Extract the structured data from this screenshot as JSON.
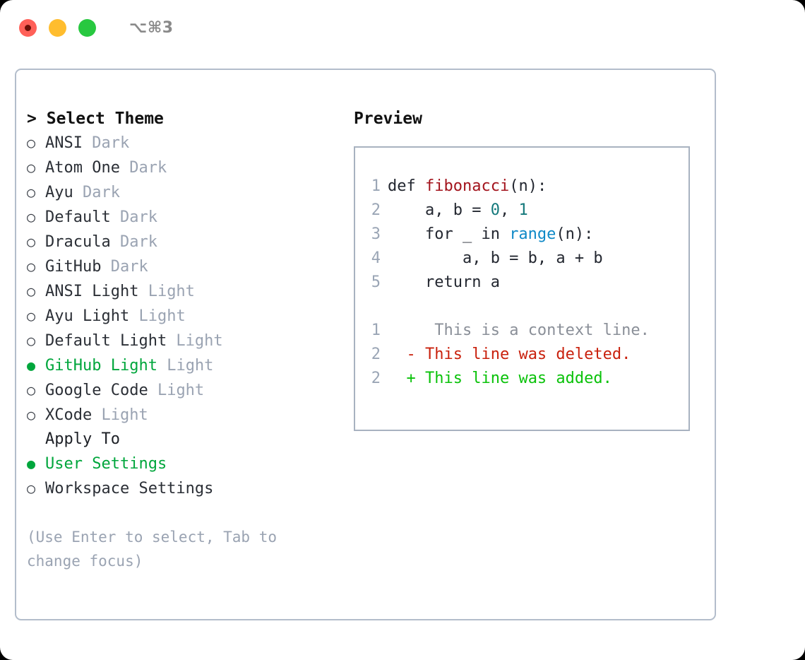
{
  "titlebar": {
    "shortcut": "⌥⌘3",
    "lights": [
      "red-traffic-light",
      "yellow-traffic-light",
      "green-traffic-light"
    ]
  },
  "colors": {
    "accent_green": "#00a63c",
    "muted": "#9aa3b2",
    "border": "#b3bdcb",
    "preview_border": "#a8b2c0",
    "diff_add": "#0ac20a",
    "diff_del": "#c9210d",
    "code_fn": "#a3141d",
    "code_num": "#13787b",
    "code_call": "#0f89c7"
  },
  "theme_section": {
    "caret": ">",
    "title": "Select Theme",
    "bullet_unselected": "○",
    "bullet_selected": "●",
    "items": [
      {
        "name": "ANSI",
        "variant": "Dark",
        "selected": false
      },
      {
        "name": "Atom One",
        "variant": "Dark",
        "selected": false
      },
      {
        "name": "Ayu",
        "variant": "Dark",
        "selected": false
      },
      {
        "name": "Default",
        "variant": "Dark",
        "selected": false
      },
      {
        "name": "Dracula",
        "variant": "Dark",
        "selected": false
      },
      {
        "name": "GitHub",
        "variant": "Dark",
        "selected": false
      },
      {
        "name": "ANSI Light",
        "variant": "Light",
        "selected": false
      },
      {
        "name": "Ayu Light",
        "variant": "Light",
        "selected": false
      },
      {
        "name": "Default Light",
        "variant": "Light",
        "selected": false
      },
      {
        "name": "GitHub Light",
        "variant": "Light",
        "selected": true
      },
      {
        "name": "Google Code",
        "variant": "Light",
        "selected": false
      },
      {
        "name": "XCode",
        "variant": "Light",
        "selected": false
      }
    ]
  },
  "apply_section": {
    "title": "Apply To",
    "items": [
      {
        "name": "User Settings",
        "selected": true
      },
      {
        "name": "Workspace Settings",
        "selected": false
      }
    ]
  },
  "hint": "(Use Enter to select, Tab to change focus)",
  "preview": {
    "title": "Preview",
    "code_lines": [
      {
        "no": "1",
        "segments": [
          {
            "t": "def ",
            "c": "code-text"
          },
          {
            "t": "fibonacci",
            "c": "tok-fn"
          },
          {
            "t": "(n):",
            "c": "code-text"
          }
        ]
      },
      {
        "no": "2",
        "segments": [
          {
            "t": "    a, b = ",
            "c": "code-text"
          },
          {
            "t": "0",
            "c": "tok-num"
          },
          {
            "t": ", ",
            "c": "code-text"
          },
          {
            "t": "1",
            "c": "tok-num"
          }
        ]
      },
      {
        "no": "3",
        "segments": [
          {
            "t": "    for _ in ",
            "c": "code-text"
          },
          {
            "t": "range",
            "c": "tok-call"
          },
          {
            "t": "(n):",
            "c": "code-text"
          }
        ]
      },
      {
        "no": "4",
        "segments": [
          {
            "t": "        a, b = b, a + b",
            "c": "code-text"
          }
        ]
      },
      {
        "no": "5",
        "segments": [
          {
            "t": "    return a",
            "c": "code-text"
          }
        ]
      }
    ],
    "diff_lines": [
      {
        "no": "1",
        "marker": " ",
        "text": "  This is a context line.",
        "kind": "diff-ctx"
      },
      {
        "no": "2",
        "marker": "-",
        "text": " This line was deleted.",
        "kind": "diff-del"
      },
      {
        "no": "2",
        "marker": "+",
        "text": " This line was added.",
        "kind": "diff-add"
      }
    ]
  }
}
